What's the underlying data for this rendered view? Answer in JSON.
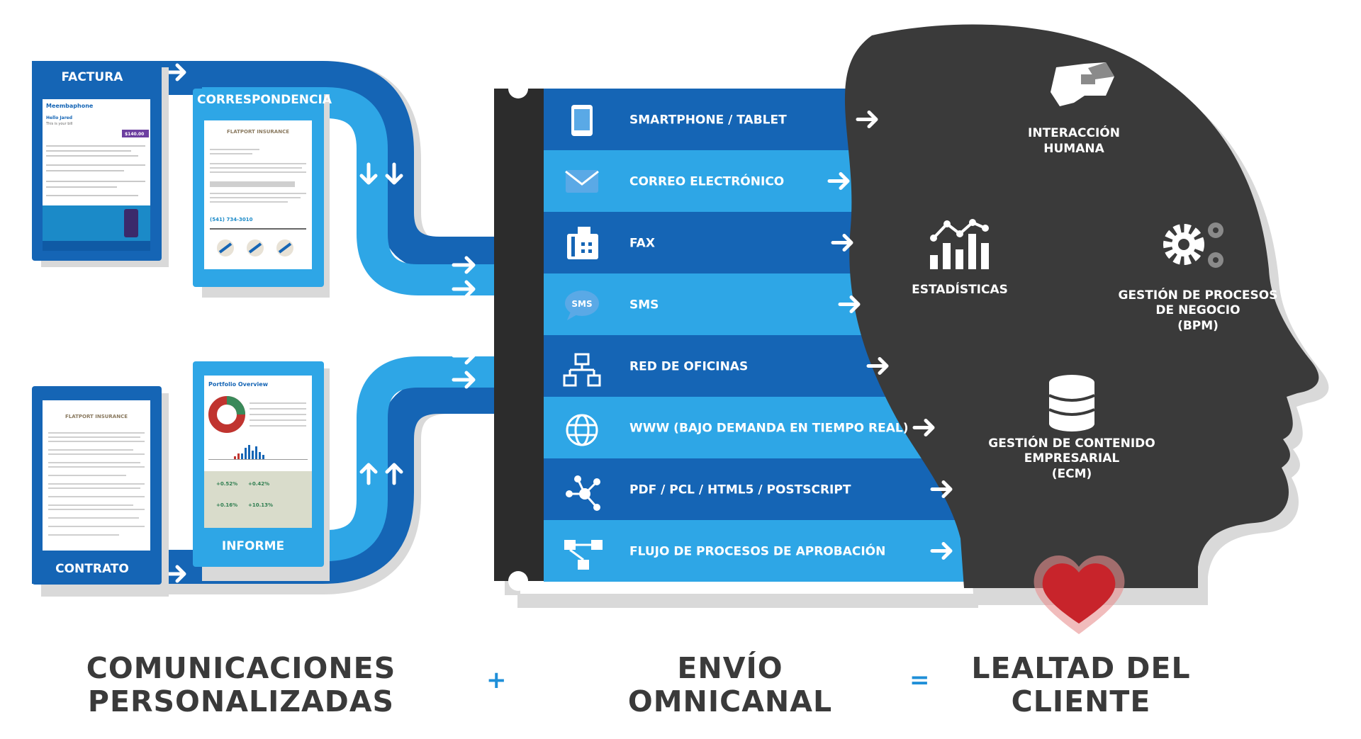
{
  "documents": {
    "factura": "FACTURA",
    "correspondencia": "CORRESPONDENCIA",
    "contrato": "CONTRATO",
    "informe": "INFORME"
  },
  "invoice_brand": "Meembaphone",
  "invoice_amount": "$140.00",
  "invoice_greeting": "Hello Jared",
  "invoice_sub": "This is your bill",
  "letter_brand": "FLATPORT INSURANCE",
  "letter_phone": "(541) 734-3010",
  "report_title": "Portfolio Overview",
  "report_values": [
    "+0.52%",
    "+0.42%",
    "+0.16%",
    "+10.13%"
  ],
  "channels": [
    {
      "label": "SMARTPHONE / TABLET",
      "icon": "smartphone-icon"
    },
    {
      "label": "CORREO ELECTRÓNICO",
      "icon": "email-icon"
    },
    {
      "label": "FAX",
      "icon": "fax-icon"
    },
    {
      "label": "SMS",
      "icon": "sms-icon"
    },
    {
      "label": "RED DE OFICINAS",
      "icon": "office-network-icon"
    },
    {
      "label": "WWW (BAJO DEMANDA EN TIEMPO REAL)",
      "icon": "globe-icon"
    },
    {
      "label": "PDF / PCL / HTML5 / POSTSCRIPT",
      "icon": "share-nodes-icon"
    },
    {
      "label": "FLUJO DE PROCESOS DE APROBACIÓN",
      "icon": "workflow-icon"
    }
  ],
  "head": {
    "interaccion": [
      "INTERACCIÓN",
      "HUMANA"
    ],
    "estadisticas": "ESTADÍSTICAS",
    "bpm": [
      "GESTIÓN DE PROCESOS",
      "DE NEGOCIO",
      "(BPM)"
    ],
    "ecm": [
      "GESTIÓN DE CONTENIDO",
      "EMPRESARIAL",
      "(ECM)"
    ]
  },
  "bottom": {
    "left": [
      "COMUNICACIONES",
      "PERSONALIZADAS"
    ],
    "plus": "+",
    "middle": [
      "ENVÍO",
      "OMNICANAL"
    ],
    "equals": "=",
    "right": [
      "LEALTAD DEL",
      "CLIENTE"
    ]
  },
  "colors": {
    "dark_blue": "#1565b5",
    "mid_blue": "#1b76c6",
    "light_blue": "#2ea6e6",
    "head": "#3a3a3a",
    "shadow": "#d9d9d9",
    "heart": "#c8242b"
  }
}
